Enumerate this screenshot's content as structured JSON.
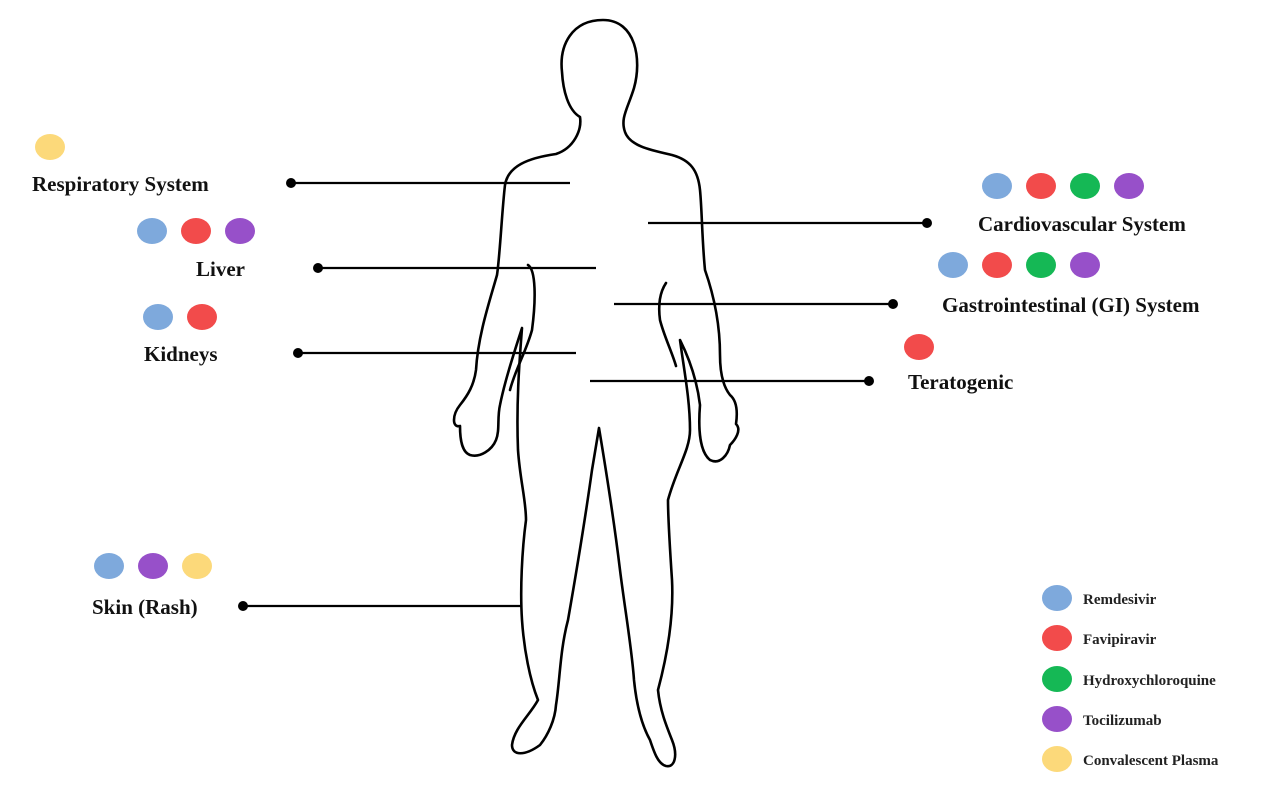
{
  "drugs": [
    {
      "key": "remdesivir",
      "name": "Remdesivir",
      "color": "#7ea9dc"
    },
    {
      "key": "favipiravir",
      "name": "Favipiravir",
      "color": "#f24b4b"
    },
    {
      "key": "hydroxychloroquine",
      "name": "Hydroxychloroquine",
      "color": "#15b855"
    },
    {
      "key": "tocilizumab",
      "name": "Tocilizumab",
      "color": "#9750c9"
    },
    {
      "key": "plasma",
      "name": "Convalescent Plasma",
      "color": "#fcd97a"
    }
  ],
  "organs": [
    {
      "key": "respiratory",
      "label": "Respiratory  System",
      "drugs": [
        "plasma"
      ]
    },
    {
      "key": "liver",
      "label": "Liver",
      "drugs": [
        "remdesivir",
        "favipiravir",
        "tocilizumab"
      ]
    },
    {
      "key": "kidneys",
      "label": "Kidneys",
      "drugs": [
        "remdesivir",
        "favipiravir"
      ]
    },
    {
      "key": "skin",
      "label": "Skin  (Rash)",
      "drugs": [
        "remdesivir",
        "tocilizumab",
        "plasma"
      ]
    },
    {
      "key": "cardiovascular",
      "label": "Cardiovascular  System",
      "drugs": [
        "remdesivir",
        "favipiravir",
        "hydroxychloroquine",
        "tocilizumab"
      ]
    },
    {
      "key": "gi",
      "label": "Gastrointestinal  (GI)  System",
      "drugs": [
        "remdesivir",
        "favipiravir",
        "hydroxychloroquine",
        "tocilizumab"
      ]
    },
    {
      "key": "teratogenic",
      "label": "Teratogenic",
      "drugs": [
        "favipiravir"
      ]
    }
  ]
}
